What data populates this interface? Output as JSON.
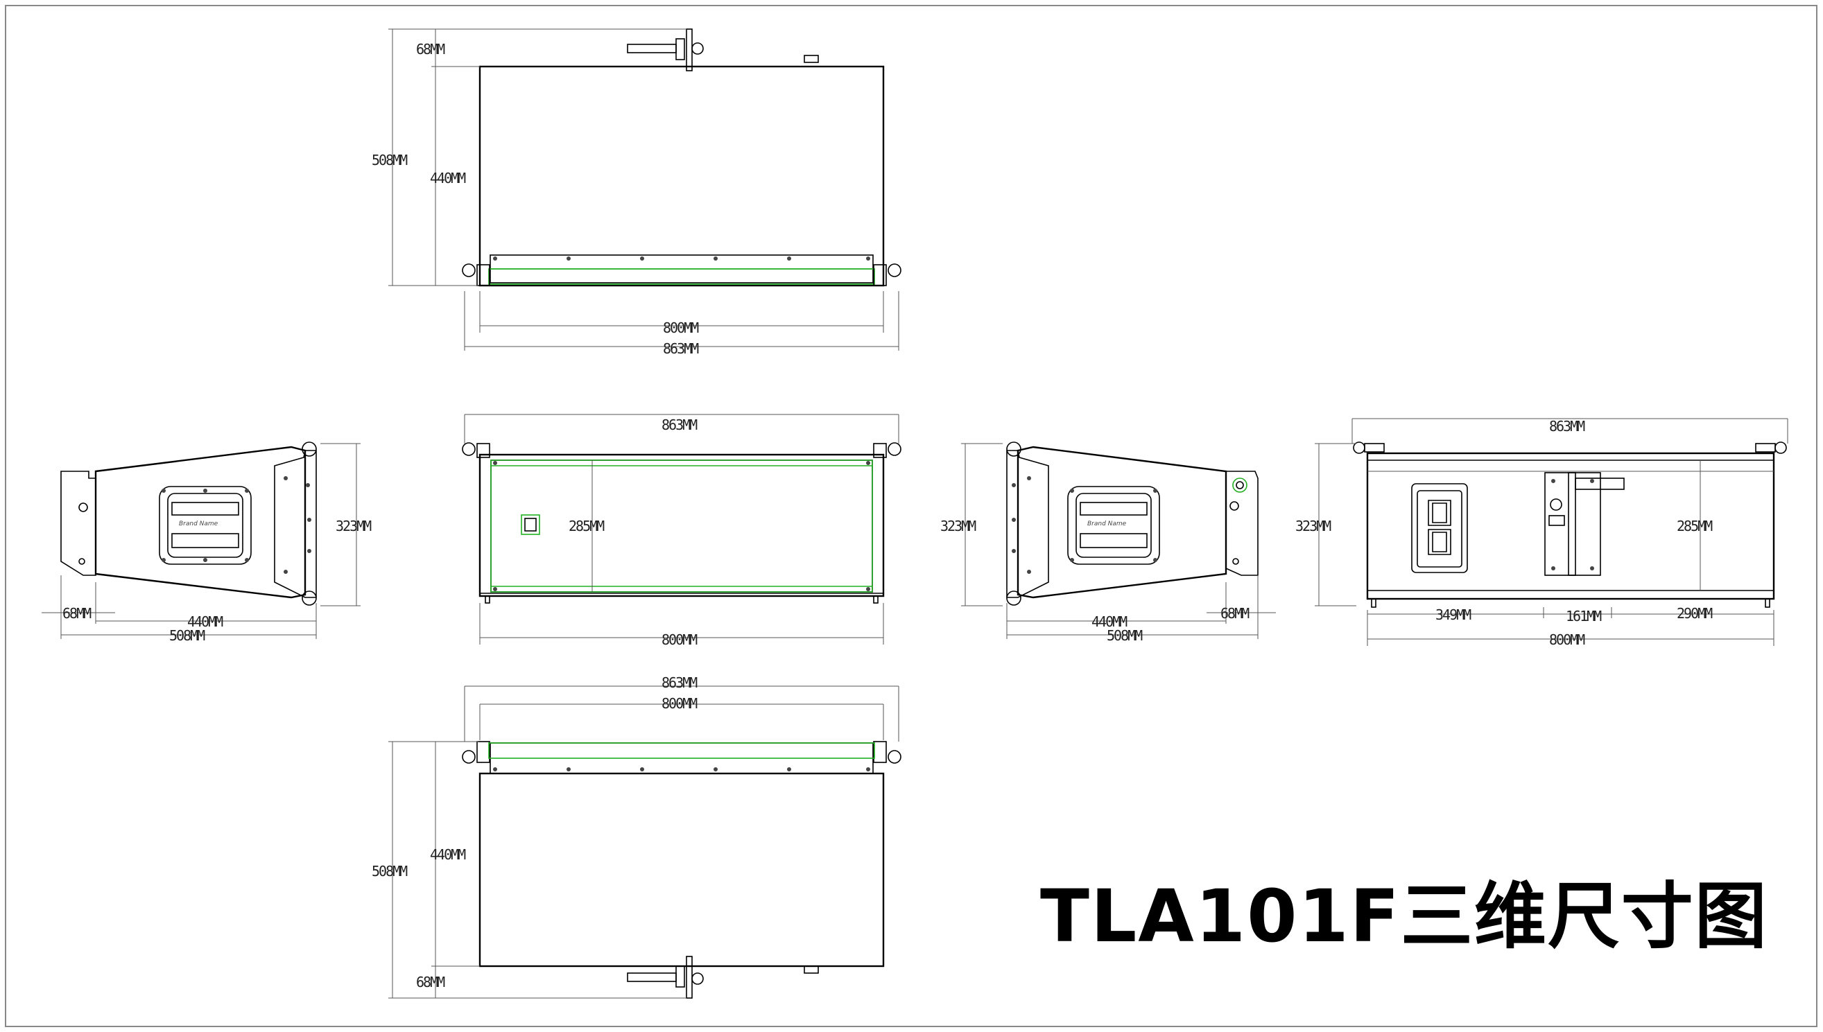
{
  "title": "TLA101F三维尺寸图",
  "colors": {
    "line": "#000000",
    "accent": "#22b022",
    "border": "#888888"
  },
  "top_view": {
    "dim_68": "68MM",
    "dim_508": "508MM",
    "dim_440": "440MM",
    "dim_800": "800MM",
    "dim_863": "863MM"
  },
  "left_side_view": {
    "dim_323": "323MM",
    "dim_68": "68MM",
    "dim_440": "440MM",
    "dim_508": "508MM"
  },
  "front_view": {
    "dim_863": "863MM",
    "dim_285": "285MM",
    "dim_800": "800MM"
  },
  "right_side_view": {
    "dim_323": "323MM",
    "dim_440": "440MM",
    "dim_68": "68MM",
    "dim_508": "508MM"
  },
  "rear_view": {
    "dim_863": "863MM",
    "dim_323": "323MM",
    "dim_285": "285MM",
    "dim_349": "349MM",
    "dim_161": "161MM",
    "dim_290": "290MM",
    "dim_800": "800MM"
  },
  "bottom_view": {
    "dim_863": "863MM",
    "dim_800": "800MM",
    "dim_440": "440MM",
    "dim_508": "508MM",
    "dim_68": "68MM"
  }
}
